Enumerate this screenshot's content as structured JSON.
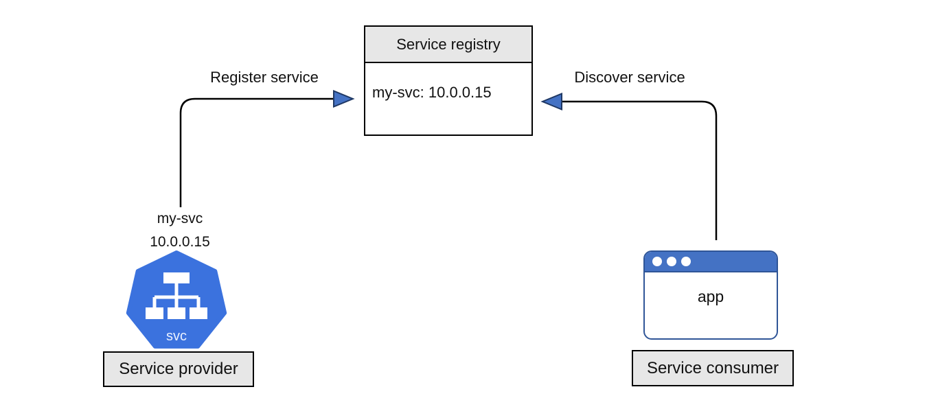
{
  "diagram": {
    "registry": {
      "title": "Service registry",
      "entry": "my-svc: 10.0.0.15"
    },
    "connectors": {
      "register": {
        "label": "Register service"
      },
      "discover": {
        "label": "Discover service"
      }
    },
    "provider": {
      "service_name": "my-svc",
      "service_ip": "10.0.0.15",
      "icon_text": "svc",
      "label": "Service provider"
    },
    "consumer": {
      "app_text": "app",
      "label": "Service consumer"
    },
    "colors": {
      "kubernetes_blue": "#3B72DE",
      "titlebar_blue": "#4472C4",
      "window_border_blue": "#2F5597",
      "arrowhead_fill": "#4472C4",
      "arrowhead_stroke": "#1F3864",
      "box_fill": "#E7E7E7",
      "line_color": "#000000"
    }
  }
}
